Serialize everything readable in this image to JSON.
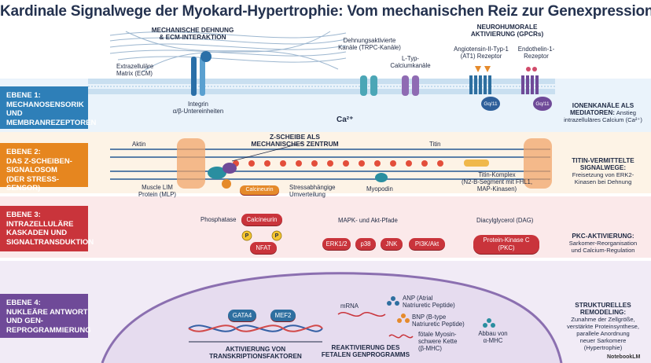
{
  "title": "Kardinale Signalwege der Myokard-Hypertrophie: Vom mechanischen Reiz zur Genexpression",
  "colors": {
    "band1": "#eaf3fb",
    "band2": "#fdf3e6",
    "band3": "#fbe9ea",
    "band4": "#f1ebf6",
    "tab1": "#2e7fb8",
    "tab2": "#e6861f",
    "tab3": "#c9343b",
    "tab4": "#6f4a98",
    "pill": "#c9343b"
  },
  "level1": {
    "tab": [
      "EBENE 1:",
      "MECHANOSENSORIK UND",
      "MEMBRANREZEPTOREN"
    ],
    "mech_head": [
      "MECHANISCHE DEHNUNG",
      "& ECM-INTERAKTION"
    ],
    "ecm": [
      "Extrazelluläre",
      "Matrix (ECM)"
    ],
    "integrin": [
      "Integrin",
      "α/β-Untereinheiten"
    ],
    "trpc": [
      "Dehnungsaktivierte",
      "Kanäle (TRPC-Kanäle)"
    ],
    "ltype": [
      "L-Typ-",
      "Calciumkanäle"
    ],
    "ca": "Ca²⁺",
    "gpcr_head": [
      "NEUROHUMORALE",
      "AKTIVIERUNG (GPCRs)"
    ],
    "at1": [
      "Angiotensin-II-Typ-1",
      "(AT1) Rezeptor"
    ],
    "et1": [
      "Endothelin-1-",
      "Rezeptor"
    ],
    "gq1": "Gq/11",
    "gq2": "Gq/11",
    "side_head": [
      "IONENKANÄLE ALS",
      "MEDIATOREN:"
    ],
    "side_text": [
      "Anstieg",
      "intrazelluläres Calcium (Ca²⁺)"
    ]
  },
  "level2": {
    "tab": [
      "EBENE 2:",
      "DAS Z-SCHEIBEN-",
      "SIGNALOSOM",
      "(DER STRESS-SENSOR)"
    ],
    "aktin": "Aktin",
    "zdisc_head": [
      "Z-SCHEIBE ALS",
      "MECHANISCHES ZENTRUM"
    ],
    "titin": "Titin",
    "mlp": [
      "Muscle LIM",
      "Protein (MLP)"
    ],
    "calcineurin": "Calcineurin",
    "stress": [
      "Stressabhängige",
      "Umverteilung"
    ],
    "myopodin": "Myopodin",
    "titin_complex": [
      "Titin-Komplex",
      "(N2-B-Segment mit FHL1,",
      "MAP-Kinasen)"
    ],
    "side_head": [
      "TITIN-VERMITTELTE",
      "SIGNALWEGE:"
    ],
    "side_text": [
      "Freisetzung von ERK2-",
      "Kinasen bei Dehnung"
    ]
  },
  "level3": {
    "tab": [
      "EBENE 3:",
      "INTRAZELLULÄRE",
      "KASKADEN UND",
      "SIGNALTRANSDUKTION"
    ],
    "phosphatase": "Phosphatase",
    "calcineurin": "Calcineurin",
    "p1": "P",
    "p2": "P",
    "nfat": "NFAT",
    "mapk": "MAPK- und Akt-Pfade",
    "kinases": [
      "ERK1/2",
      "p38",
      "JNK",
      "PI3K/Akt"
    ],
    "dag": "Diacylglycerol (DAG)",
    "pkc": [
      "Protein-Kinase C",
      "(PKC)"
    ],
    "side_head": [
      "PKC-AKTIVIERUNG:"
    ],
    "side_text": [
      "Sarkomer-Reorganisation",
      "und Calcium-Regulation"
    ]
  },
  "level4": {
    "tab": [
      "EBENE 4:",
      "NUKLEÄRE ANTWORT",
      "UND GEN-",
      "REPROGRAMMIERUNG"
    ],
    "gata4": "GATA4",
    "mef2": "MEF2",
    "tf_head": [
      "AKTIVIERUNG VON",
      "TRANSKRIPTIONSFAKTOREN"
    ],
    "mrna": "mRNA",
    "anp": [
      "ANP (Atrial",
      "Natriuretic Peptide)"
    ],
    "bnp": [
      "BNP (B-type",
      "Natriuretic Peptide)"
    ],
    "myosin": [
      "fötale Myosin-",
      "schwere Kette",
      "(β-MHC)"
    ],
    "abbau": [
      "Abbau von",
      "α-MHC"
    ],
    "fetal_head": [
      "REAKTIVIERUNG DES",
      "FETALEN GENPROGRAMMS"
    ],
    "side_head": [
      "STRUKTURELLES",
      "REMODELING:"
    ],
    "side_text": [
      "Zunahme der Zellgröße,",
      "verstärkte Proteinsynthese,",
      "parallele Anordnung",
      "neuer Sarkomere",
      "(Hypertrophie)"
    ]
  },
  "brand": "NotebookLM"
}
